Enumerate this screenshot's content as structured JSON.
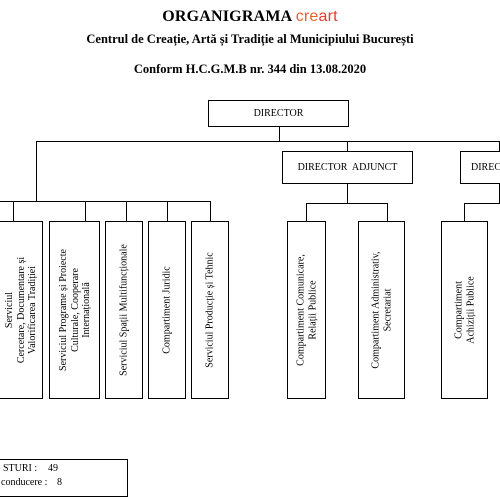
{
  "header": {
    "title_main": "ORGANIGRAMA",
    "title_brand_cre": "cre",
    "title_brand_art": "art",
    "subtitle": "Centrul de Creație, Artă și Tradiție al Municipiului București",
    "conform": "Conform H.C.G.M.B nr. 344 din 13.08.2020"
  },
  "nodes": {
    "director": "DIRECTOR",
    "director_adjunct": "DIRECTOR  ADJUNCT",
    "director_partial": "DIREC"
  },
  "departments": [
    {
      "lines": [
        "Serviciul",
        "Cercetare, Documentare și",
        "Valorificarea Tradiției"
      ]
    },
    {
      "lines": [
        "Serviciul Programe și Proiecte",
        "Culturale, Cooperare",
        "Internațională"
      ]
    },
    {
      "lines": [
        "Serviciul Spații Multifuncționale"
      ]
    },
    {
      "lines": [
        "Compartiment Juridic"
      ]
    },
    {
      "lines": [
        "Serviciul Producție și Tehnic"
      ]
    },
    {
      "lines": [
        "Compartiment Comunicare,",
        "Relații Publice"
      ]
    },
    {
      "lines": [
        "Compartiment Administrativ,",
        "Secretariat"
      ]
    },
    {
      "lines": [
        "Compartiment",
        "Achiziții Publice"
      ]
    }
  ],
  "stats": {
    "posts_label": "STURI :",
    "posts_value": "49",
    "lead_label": "conducere :",
    "lead_value": "8"
  }
}
